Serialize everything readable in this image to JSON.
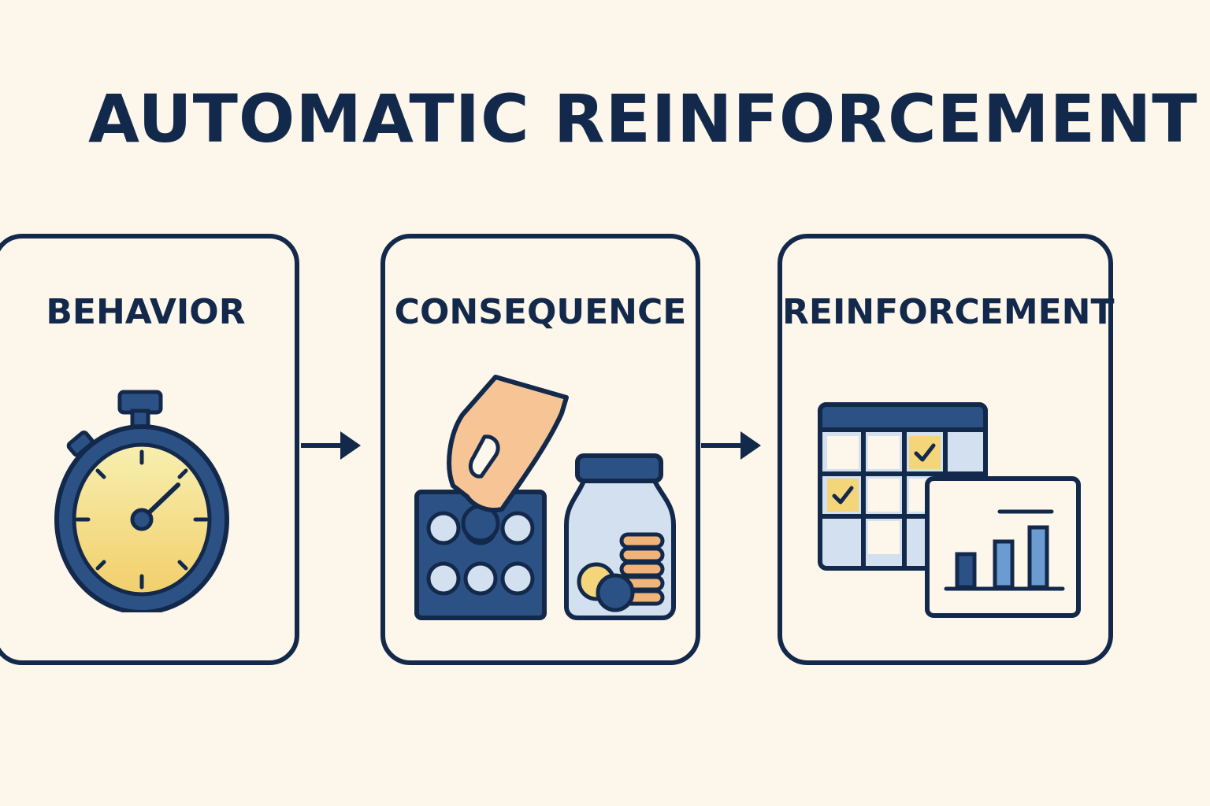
{
  "title": "AUTOMATIC REINFORCEMENT",
  "steps": [
    {
      "label": "BEHAVIOR",
      "icon": "stopwatch-icon"
    },
    {
      "label": "CONSEQUENCE",
      "icon": "token-jar-icon"
    },
    {
      "label": "REINFORCEMENT",
      "icon": "calendar-chart-icon"
    }
  ],
  "colors": {
    "background": "#fdf6ea",
    "ink": "#13294b",
    "navy": "#2c5285",
    "light_blue": "#d2e0ef",
    "yellow": "#f4d57a",
    "skin": "#f7c595",
    "orange": "#f0b47a"
  }
}
